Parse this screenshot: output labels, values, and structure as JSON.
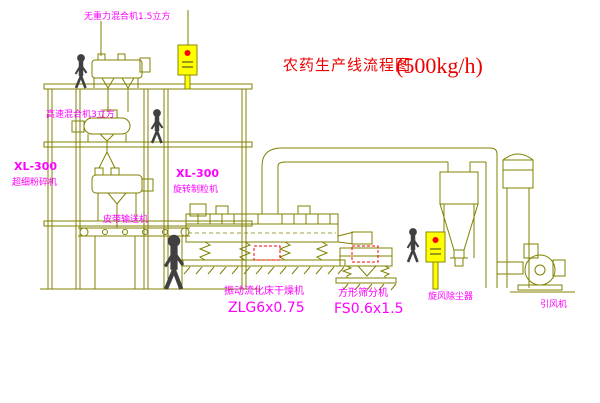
{
  "title": {
    "name": "农药生产线流程图",
    "capacity": "(500kg/h)"
  },
  "labels": {
    "gravity_mixer": "无重力混合机1.5立方",
    "high_speed_mixer": "高速混合机3立方",
    "mill_model": "XL-300",
    "mill_name": "超细粉碎机",
    "granulator_model": "XL-300",
    "granulator_name": "旋转制粒机",
    "belt_conveyor": "皮带输送机",
    "dryer_name": "振动流化床干燥机",
    "dryer_model": "ZLG6x0.75",
    "sieve_name": "方形筛分机",
    "sieve_model": "FS0.6x1.5",
    "cyclone_name": "旋风除尘器",
    "fan_name": "引风机"
  },
  "colors": {
    "line": "#808000",
    "label_text": "#ff00ff",
    "title_text": "#ee0000",
    "control_box": "#ffff00",
    "indicator_dot": "#ff0000",
    "figure": "#404040",
    "background": "#ffffff"
  }
}
